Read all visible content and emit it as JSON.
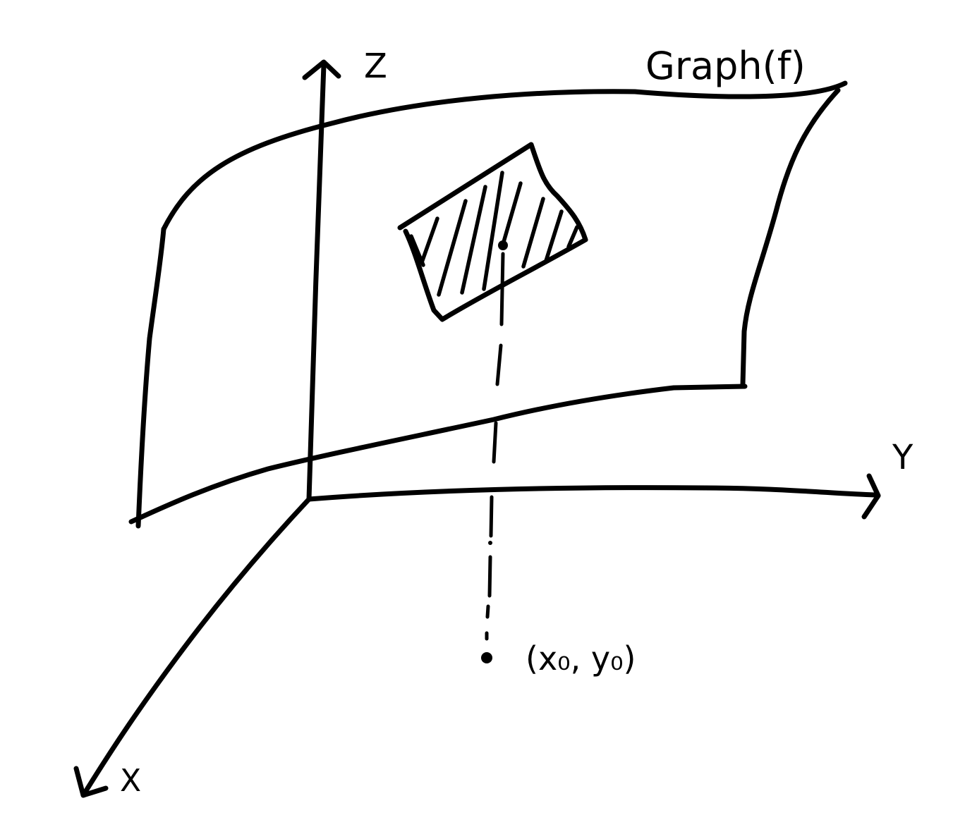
{
  "labels": {
    "z_axis": "Z",
    "y_axis": "Y",
    "x_axis": "X",
    "surface": "Graph(f)",
    "point": "(x₀, y₀)"
  },
  "colors": {
    "ink": "#000000",
    "background": "#ffffff"
  }
}
